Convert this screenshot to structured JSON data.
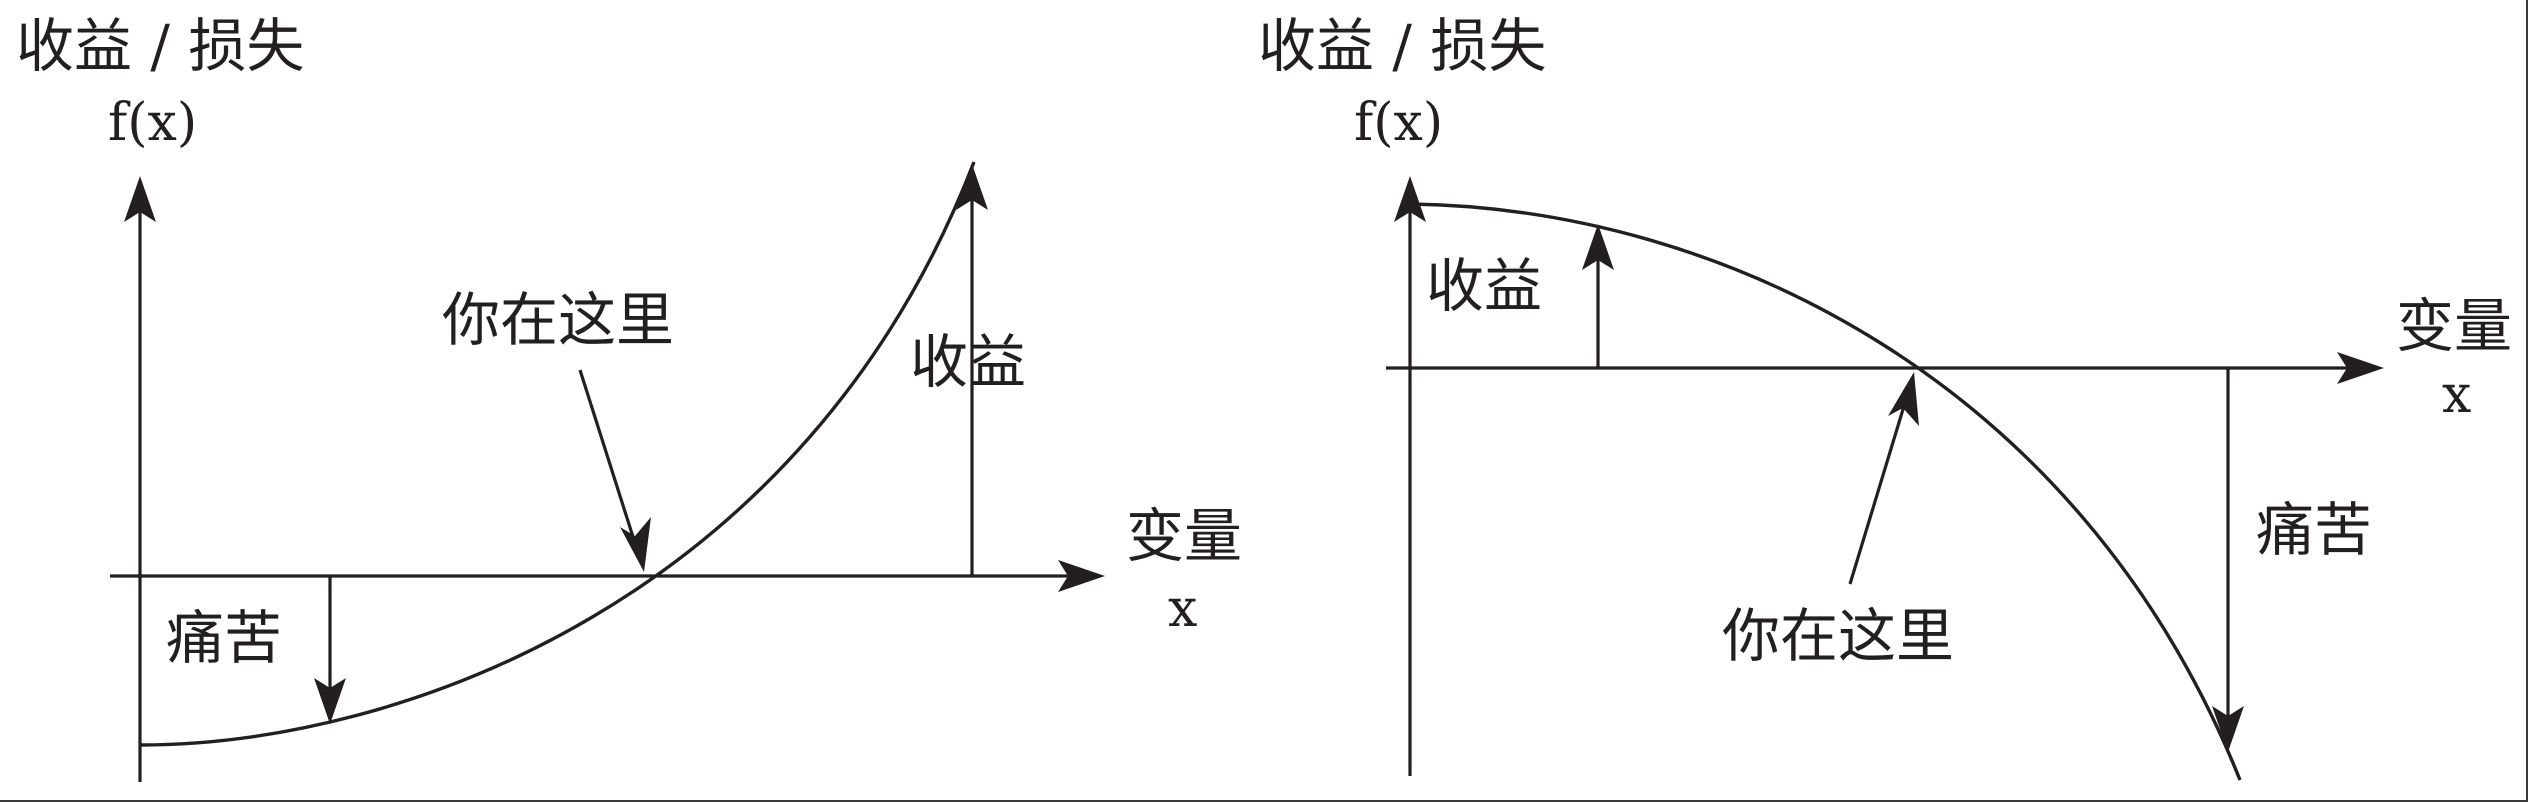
{
  "left_panel": {
    "y_axis_title": "收益 / 损失",
    "y_axis_symbol": "f(x)",
    "x_axis_title": "变量",
    "x_axis_symbol": "x",
    "you_are_here": "你在这里",
    "gain_label": "收益",
    "pain_label": "痛苦",
    "curve_shape": "convex-increasing"
  },
  "right_panel": {
    "y_axis_title": "收益 / 损失",
    "y_axis_symbol": "f(x)",
    "x_axis_title": "变量",
    "x_axis_symbol": "x",
    "you_are_here": "你在这里",
    "gain_label": "收益",
    "pain_label": "痛苦",
    "curve_shape": "concave-decreasing"
  }
}
